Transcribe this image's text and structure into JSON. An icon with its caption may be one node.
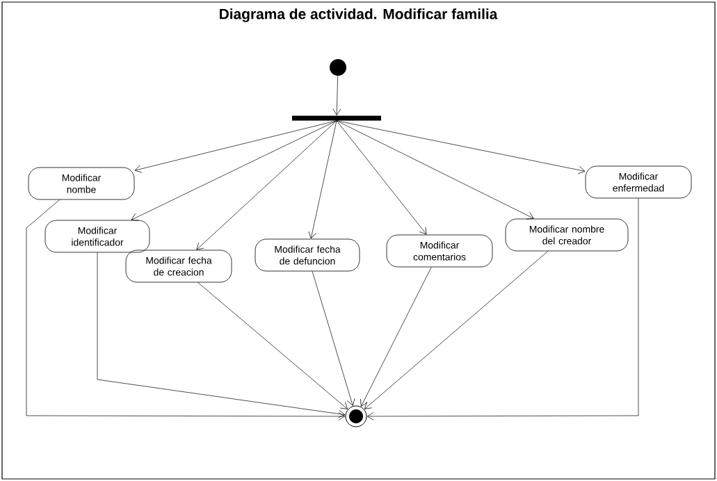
{
  "diagram": {
    "title": "Diagrama de actividad. Modificar familia",
    "nodes": [
      {
        "text": [],
        "shape": "circle"
      },
      {
        "text": [],
        "shape": "bar"
      },
      {
        "text": [
          "Modificar nombe"
        ]
      },
      {
        "text": [
          "Modificar identificador"
        ]
      },
      {
        "text": [
          "Modificar fecha de creacion"
        ]
      },
      {
        "text": [
          "Modificar fecha de defuncion"
        ]
      },
      {
        "text": [
          "Modificar comentarios"
        ]
      },
      {
        "text": [
          "Modificar nombre del creador"
        ]
      },
      {
        "text": [
          "Modificar enfermedad"
        ]
      },
      {
        "text": [],
        "shape": "bullseye"
      }
    ],
    "edges": [
      {
        "from": 0,
        "to": 1,
        "arrow": "to"
      },
      {
        "from": 1,
        "to": 2,
        "arrow": "to"
      },
      {
        "from": 1,
        "to": 3,
        "arrow": "to"
      },
      {
        "from": 1,
        "to": 4,
        "arrow": "to"
      },
      {
        "from": 1,
        "to": 5,
        "arrow": "to"
      },
      {
        "from": 1,
        "to": 6,
        "arrow": "to"
      },
      {
        "from": 1,
        "to": 7,
        "arrow": "to"
      },
      {
        "from": 1,
        "to": 8,
        "arrow": "to"
      },
      {
        "from": 2,
        "to": 9,
        "arrow": "to"
      },
      {
        "from": 3,
        "to": 9,
        "arrow": "to"
      },
      {
        "from": 4,
        "to": 9,
        "arrow": "to"
      },
      {
        "from": 5,
        "to": 9,
        "arrow": "to"
      },
      {
        "from": 6,
        "to": 9,
        "arrow": "to"
      },
      {
        "from": 7,
        "to": 9,
        "arrow": "to"
      },
      {
        "from": 8,
        "to": 9,
        "arrow": "to"
      }
    ]
  }
}
